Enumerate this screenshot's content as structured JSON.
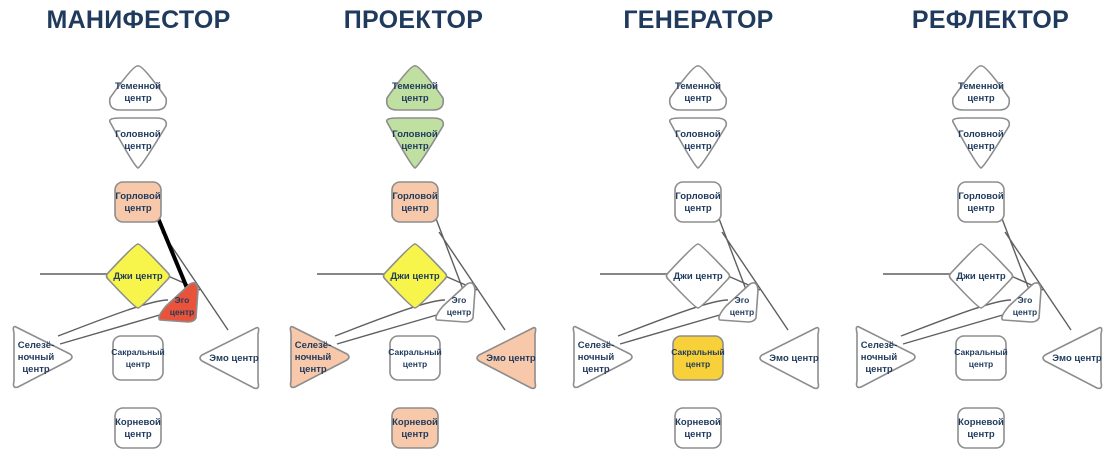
{
  "colors": {
    "outline": "#8d8d8d",
    "title": "#1f3a5c",
    "white": "#ffffff",
    "peach": "#f7c8aa",
    "yellow": "#f7f54b",
    "red_orange": "#e8533a",
    "green": "#bfe0a0",
    "gold": "#f7d03a"
  },
  "labels": {
    "head": "Теменной центр",
    "ajna": "Головной центр",
    "throat": "Горловой центр",
    "g": "Джи центр",
    "ego": "Эго центр",
    "spleen": "Селезё-ночный центр",
    "sacral": "Сакральный центр",
    "solar": "Эмо центр",
    "root": "Корневой центр"
  },
  "types": [
    {
      "title": "МАНИФЕСТОР",
      "fills": {
        "head": "white",
        "ajna": "white",
        "throat": "peach",
        "g": "yellow",
        "ego": "red_orange",
        "spleen": "white",
        "sacral": "white",
        "solar": "white",
        "root": "white"
      },
      "bold_channel": "throat-ego"
    },
    {
      "title": "ПРОЕКТОР",
      "fills": {
        "head": "green",
        "ajna": "green",
        "throat": "peach",
        "g": "yellow",
        "ego": "white",
        "spleen": "peach",
        "sacral": "white",
        "solar": "peach",
        "root": "peach"
      },
      "bold_channel": ""
    },
    {
      "title": "ГЕНЕРАТОР",
      "fills": {
        "head": "white",
        "ajna": "white",
        "throat": "white",
        "g": "white",
        "ego": "white",
        "spleen": "white",
        "sacral": "gold",
        "solar": "white",
        "root": "white"
      },
      "bold_channel": ""
    },
    {
      "title": "РЕФЛЕКТОР",
      "fills": {
        "head": "white",
        "ajna": "white",
        "throat": "white",
        "g": "white",
        "ego": "white",
        "spleen": "white",
        "sacral": "white",
        "solar": "white",
        "root": "white"
      },
      "bold_channel": ""
    }
  ]
}
